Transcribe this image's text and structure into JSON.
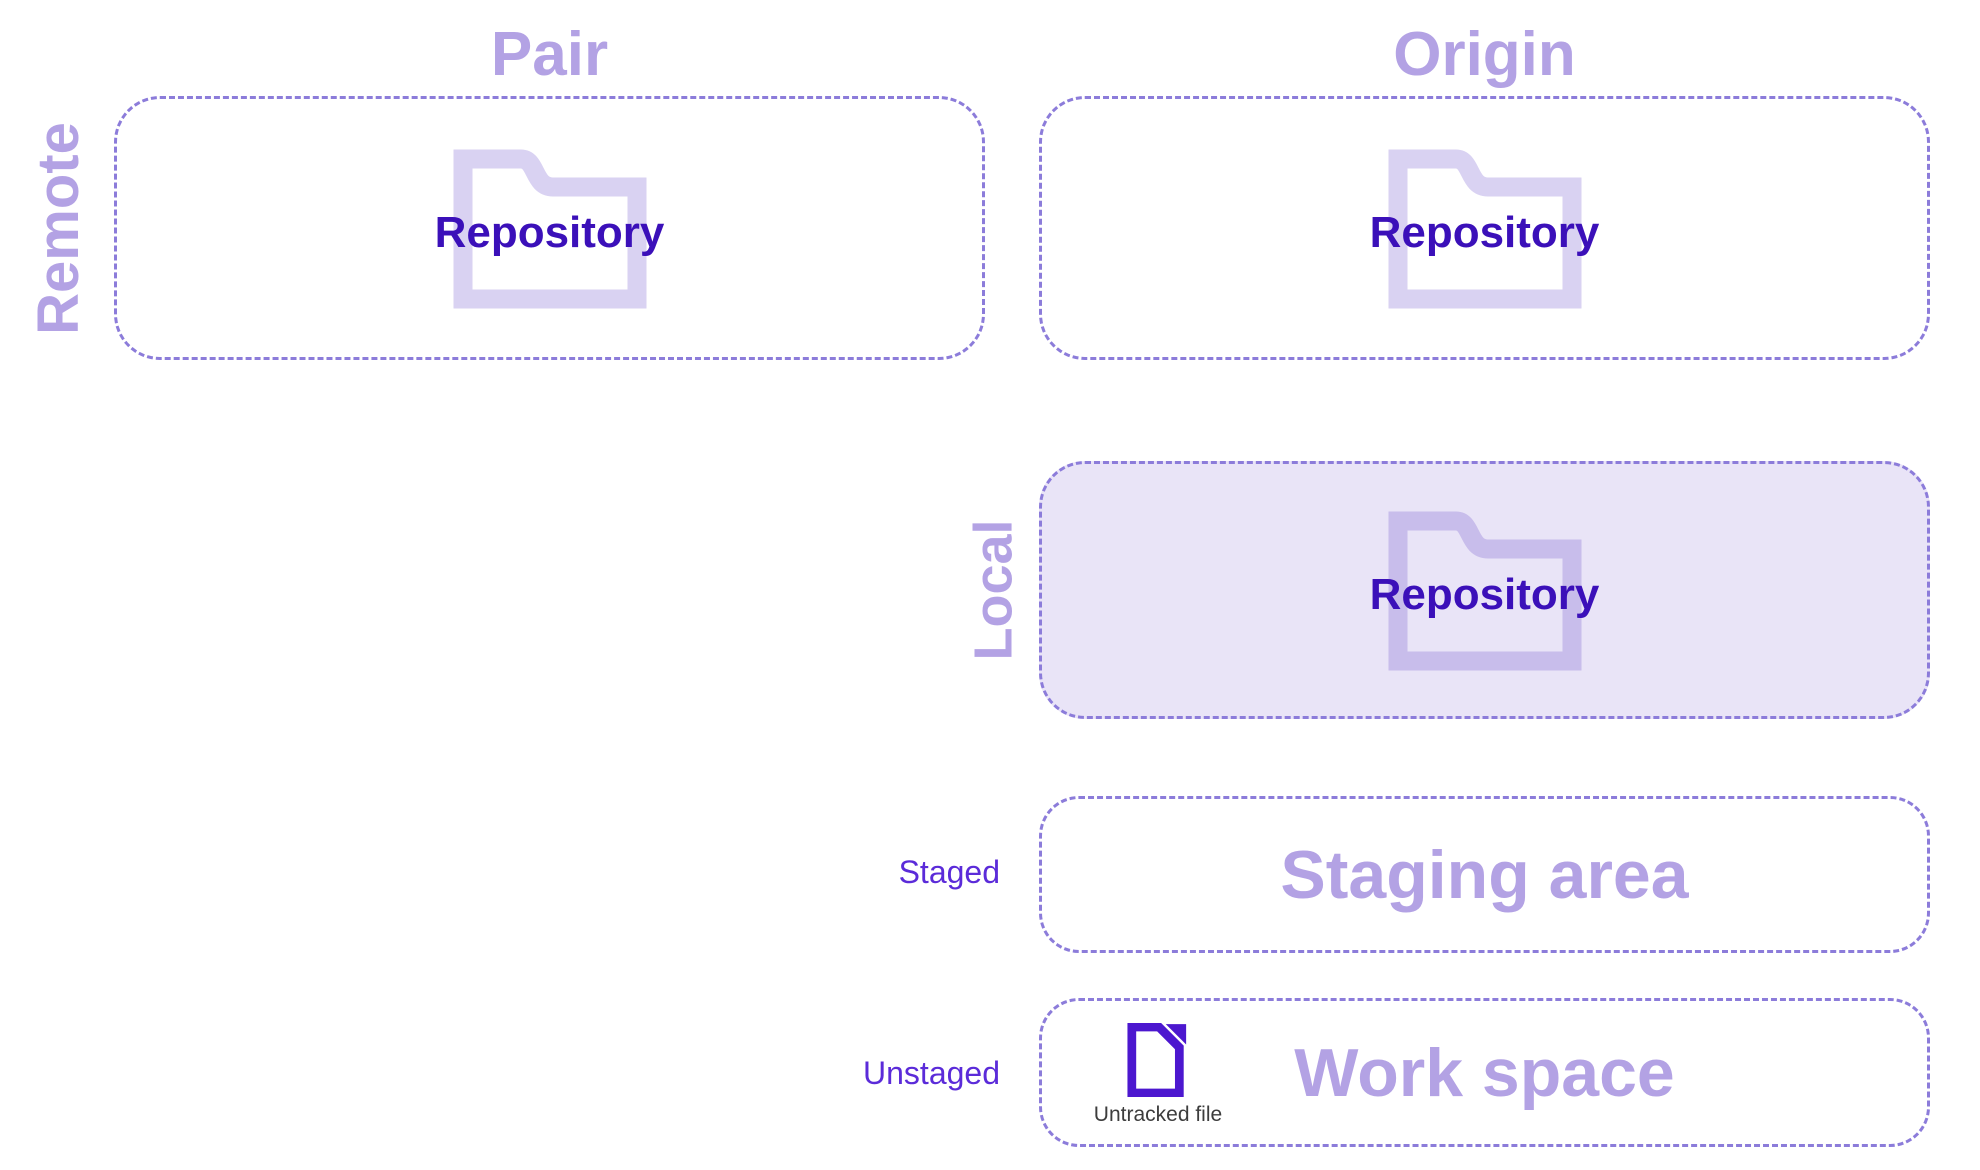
{
  "remote": {
    "label": "Remote",
    "pair": {
      "title": "Pair",
      "repository": "Repository"
    },
    "origin": {
      "title": "Origin",
      "repository": "Repository"
    }
  },
  "local": {
    "label": "Local",
    "repository": "Repository"
  },
  "staging": {
    "row_label": "Staged",
    "title": "Staging area"
  },
  "workspace": {
    "row_label": "Unstaged",
    "title": "Work space",
    "file_caption": "Untracked file"
  },
  "icons": {
    "folder": "folder-icon",
    "document": "untracked-file-icon"
  },
  "colors": {
    "heading_purple": "#b3a2e4",
    "dashed_border": "#8c7cda",
    "repository_text": "#3b10b9",
    "row_label_text": "#5b2bd9",
    "local_box_fill": "#e9e4f7",
    "folder_remote": "#d9d2f2",
    "folder_local": "#c8bdeb",
    "file_icon": "#4c17cf",
    "file_caption_text": "#3d3d3d",
    "background": "#ffffff"
  }
}
